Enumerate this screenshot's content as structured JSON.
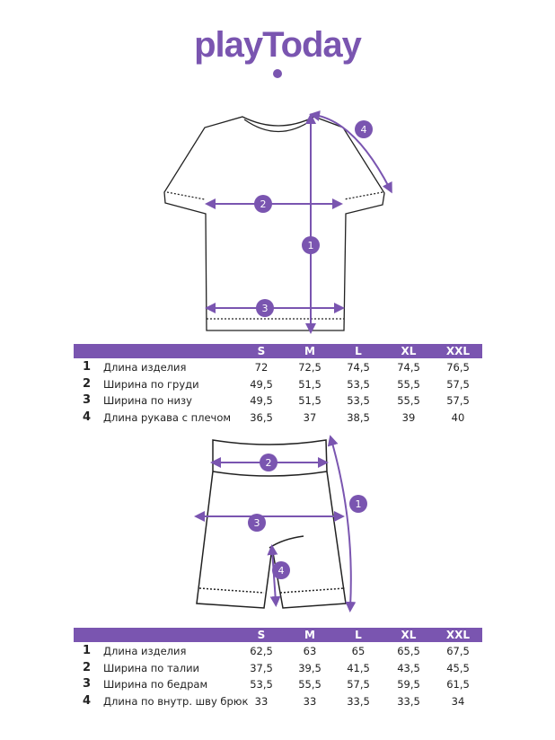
{
  "brand": {
    "logo": "playToday",
    "accent": "#7a55b0"
  },
  "sizes": [
    "S",
    "M",
    "L",
    "XL",
    "XXL"
  ],
  "tshirt": {
    "markers": [
      "1",
      "2",
      "3",
      "4"
    ],
    "rows": [
      {
        "num": "1",
        "label": "Длина изделия",
        "values": [
          "72",
          "72,5",
          "74,5",
          "74,5",
          "76,5"
        ]
      },
      {
        "num": "2",
        "label": "Ширина по груди",
        "values": [
          "49,5",
          "51,5",
          "53,5",
          "55,5",
          "57,5"
        ]
      },
      {
        "num": "3",
        "label": "Ширина по низу",
        "values": [
          "49,5",
          "51,5",
          "53,5",
          "55,5",
          "57,5"
        ]
      },
      {
        "num": "4",
        "label": "Длина рукава с плечом",
        "values": [
          "36,5",
          "37",
          "38,5",
          "39",
          "40"
        ]
      }
    ]
  },
  "shorts": {
    "markers": [
      "1",
      "2",
      "3",
      "4"
    ],
    "rows": [
      {
        "num": "1",
        "label": "Длина изделия",
        "values": [
          "62,5",
          "63",
          "65",
          "65,5",
          "67,5"
        ]
      },
      {
        "num": "2",
        "label": "Ширина по талии",
        "values": [
          "37,5",
          "39,5",
          "41,5",
          "43,5",
          "45,5"
        ]
      },
      {
        "num": "3",
        "label": "Ширина по бедрам",
        "values": [
          "53,5",
          "55,5",
          "57,5",
          "59,5",
          "61,5"
        ]
      },
      {
        "num": "4",
        "label": "Длина по внутр. шву брюк",
        "values": [
          "33",
          "33",
          "33,5",
          "33,5",
          "34"
        ]
      }
    ]
  }
}
